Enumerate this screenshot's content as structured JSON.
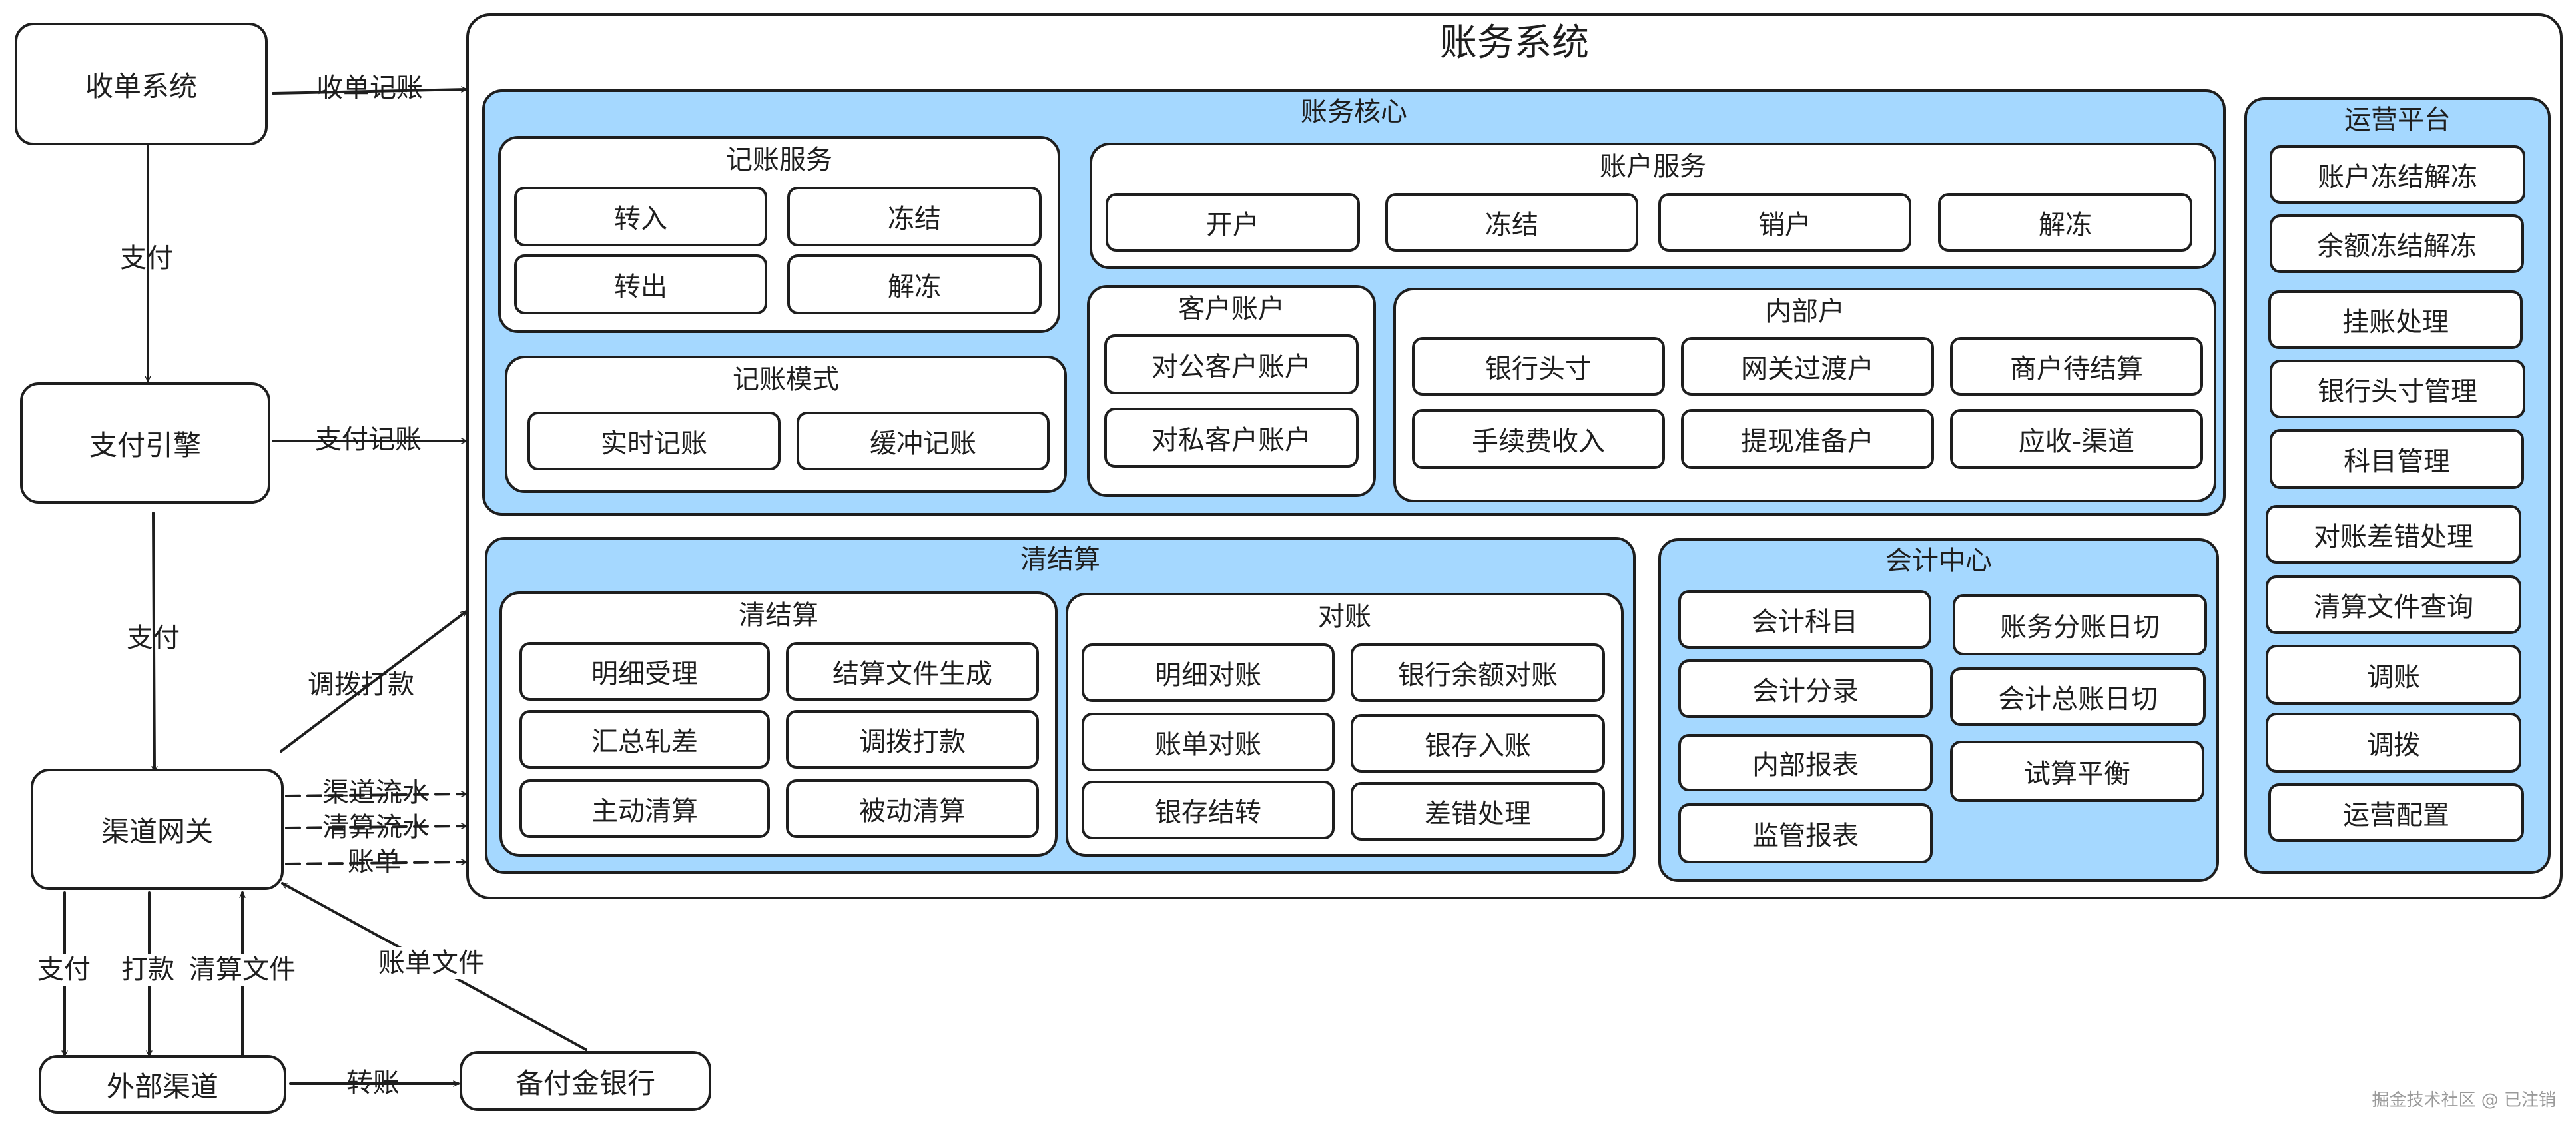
{
  "external": {
    "order_system": "收单系统",
    "pay_engine": "支付引擎",
    "channel_gateway": "渠道网关",
    "external_channel": "外部渠道",
    "reserve_bank": "备付金银行"
  },
  "edges": {
    "order_booking": "收单记账",
    "pay_booking": "支付记账",
    "pay_1": "支付",
    "pay_2": "支付",
    "allocate": "调拨打款",
    "channel_flow": "渠道流水",
    "clearing_flow": "清算流水",
    "bill": "账单",
    "pay_3": "支付",
    "payout": "打款",
    "clearing_file": "清算文件",
    "bill_file": "账单文件",
    "transfer": "转账"
  },
  "system": {
    "title": "账务系统",
    "core": {
      "title": "账务核心",
      "booking_service": {
        "title": "记账服务",
        "items": [
          "转入",
          "冻结",
          "转出",
          "解冻"
        ]
      },
      "booking_mode": {
        "title": "记账模式",
        "items": [
          "实时记账",
          "缓冲记账"
        ]
      },
      "account_service": {
        "title": "账户服务",
        "items": [
          "开户",
          "冻结",
          "销户",
          "解冻"
        ]
      },
      "customer_account": {
        "title": "客户账户",
        "items": [
          "对公客户账户",
          "对私客户账户"
        ]
      },
      "internal_account": {
        "title": "内部户",
        "items": [
          "银行头寸",
          "网关过渡户",
          "商户待结算",
          "手续费收入",
          "提现准备户",
          "应收-渠道"
        ]
      }
    },
    "settlement": {
      "title": "清结算",
      "clearing": {
        "title": "清结算",
        "items": [
          "明细受理",
          "结算文件生成",
          "汇总轧差",
          "调拨打款",
          "主动清算",
          "被动清算"
        ]
      },
      "reconcile": {
        "title": "对账",
        "items": [
          "明细对账",
          "银行余额对账",
          "账单对账",
          "银存入账",
          "银存结转",
          "差错处理"
        ]
      }
    },
    "accounting": {
      "title": "会计中心",
      "left": [
        "会计科目",
        "会计分录",
        "内部报表",
        "监管报表"
      ],
      "right": [
        "账务分账日切",
        "会计总账日切",
        "试算平衡"
      ]
    },
    "ops": {
      "title": "运营平台",
      "items": [
        "账户冻结解冻",
        "余额冻结解冻",
        "挂账处理",
        "银行头寸管理",
        "科目管理",
        "对账差错处理",
        "清算文件查询",
        "调账",
        "调拨",
        "运营配置"
      ]
    }
  },
  "watermark": "掘金技术社区 @ 已注销",
  "colors": {
    "panel_fill": "#a5d8ff",
    "stroke": "#1e1e1e"
  }
}
